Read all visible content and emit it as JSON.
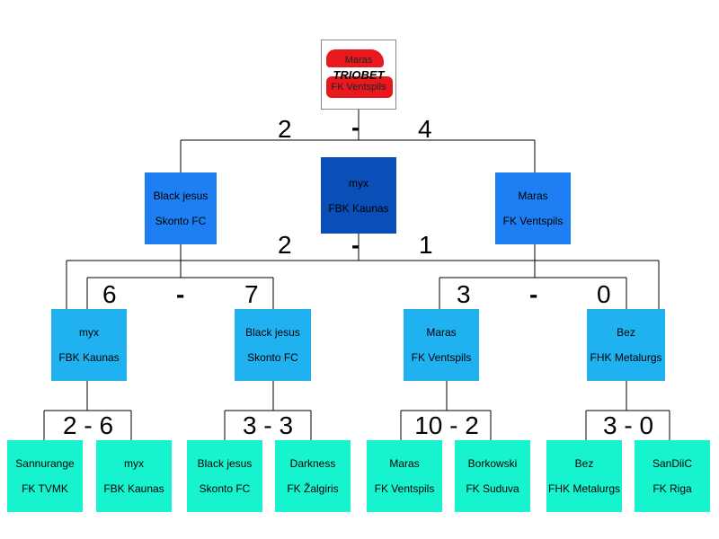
{
  "champion": {
    "line1": "Maras",
    "line2": "TRIOBET",
    "line3": "FK Ventspils"
  },
  "final": {
    "left": "2",
    "dash": "-",
    "right": "4"
  },
  "semi": {
    "left": "2",
    "dash": "-",
    "right": "1"
  },
  "qf_left": {
    "left": "6",
    "dash": "-",
    "right": "7"
  },
  "qf_right": {
    "left": "3",
    "dash": "-",
    "right": "0"
  },
  "level1": [
    {
      "player": "Black jesus",
      "team": "Skonto FC"
    },
    {
      "player": "myx",
      "team": "FBK Kaunas"
    },
    {
      "player": "Maras",
      "team": "FK Ventspils"
    }
  ],
  "level2": [
    {
      "player": "myx",
      "team": "FBK Kaunas"
    },
    {
      "player": "Black jesus",
      "team": "Skonto FC"
    },
    {
      "player": "Maras",
      "team": "FK Ventspils"
    },
    {
      "player": "Bez",
      "team": "FHK Metalurgs"
    }
  ],
  "r1_scores": [
    "2 - 6",
    "3 - 3",
    "10 - 2",
    "3 - 0"
  ],
  "level3": [
    {
      "player": "Sannurange",
      "team": "FK TVMK"
    },
    {
      "player": "myx",
      "team": "FBK Kaunas"
    },
    {
      "player": "Black jesus",
      "team": "Skonto FC"
    },
    {
      "player": "Darkness",
      "team": "FK Žalgiris"
    },
    {
      "player": "Maras",
      "team": "FK Ventspils"
    },
    {
      "player": "Borkowski",
      "team": "FK Suduva"
    },
    {
      "player": "Bez",
      "team": "FHK Metalurgs"
    },
    {
      "player": "SanDiiC",
      "team": "FK Riga"
    }
  ],
  "colors": {
    "level1": "#1e7ff2",
    "level1_center": "#0a4fb8",
    "level2": "#20b2f0",
    "level3": "#18f3cf",
    "logo_red": "#e8191e"
  }
}
